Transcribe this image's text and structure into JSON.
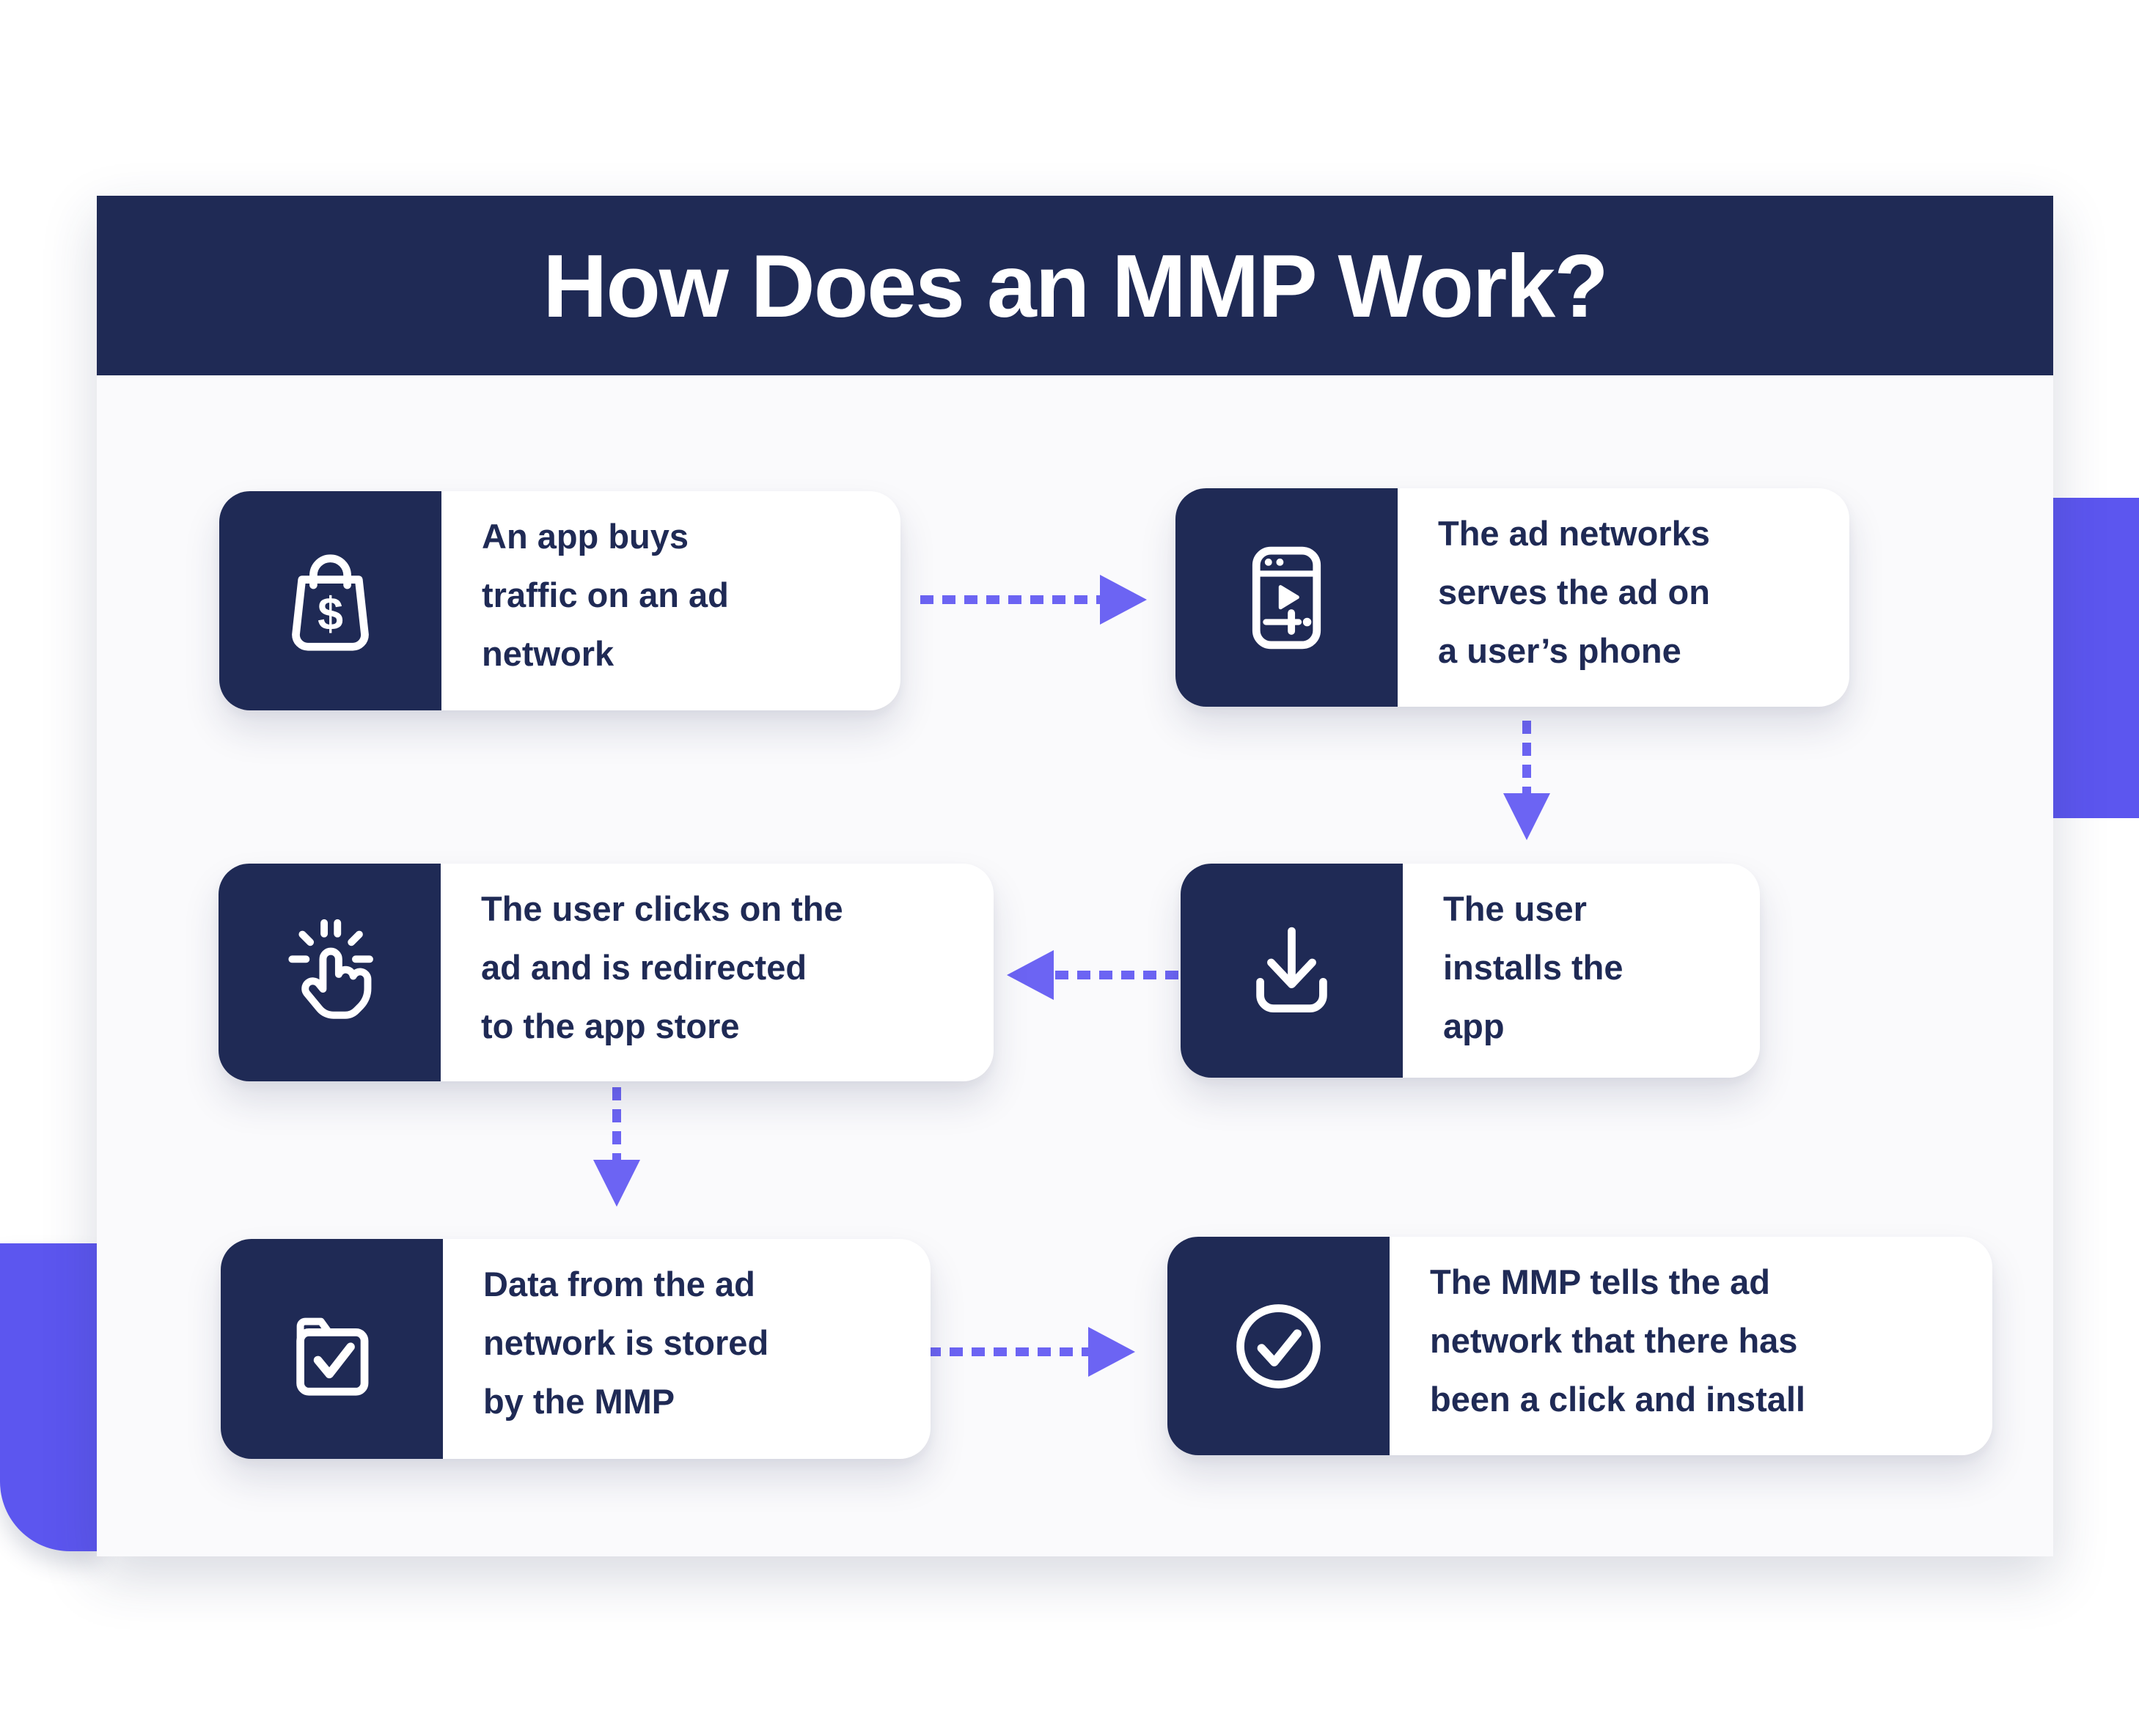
{
  "title": "How Does an MMP Work?",
  "colors": {
    "navy": "#1F2A55",
    "arrow_purple": "#6C64F3",
    "tab_purple": "#5C56EF",
    "card_white": "#FFFFFF",
    "panel_bg": "#FAFAFC",
    "page_bg": "#FFFFFF",
    "title_text": "#FFFFFF",
    "step_text": "#1F2A55"
  },
  "steps": [
    {
      "icon": "shopping-bag-dollar",
      "text": "An app buys\ntraffic on an ad\nnetwork"
    },
    {
      "icon": "media-player-window",
      "text": "The ad networks\nserves the ad on\na user’s phone"
    },
    {
      "icon": "download-tray",
      "text": "The user\ninstalls the\napp"
    },
    {
      "icon": "tap-click-hand",
      "text": "The user clicks on the\nad and is redirected\nto the app store"
    },
    {
      "icon": "folder-check",
      "text": "Data from the ad\nnetwork is stored\nby the MMP"
    },
    {
      "icon": "circle-check",
      "text": "The MMP tells the ad\nnetwork that there has\nbeen a click and install"
    }
  ],
  "flow": [
    {
      "from": 1,
      "to": 2,
      "direction": "right"
    },
    {
      "from": 2,
      "to": 3,
      "direction": "down"
    },
    {
      "from": 3,
      "to": 4,
      "direction": "left"
    },
    {
      "from": 4,
      "to": 5,
      "direction": "down"
    },
    {
      "from": 5,
      "to": 6,
      "direction": "right"
    }
  ]
}
